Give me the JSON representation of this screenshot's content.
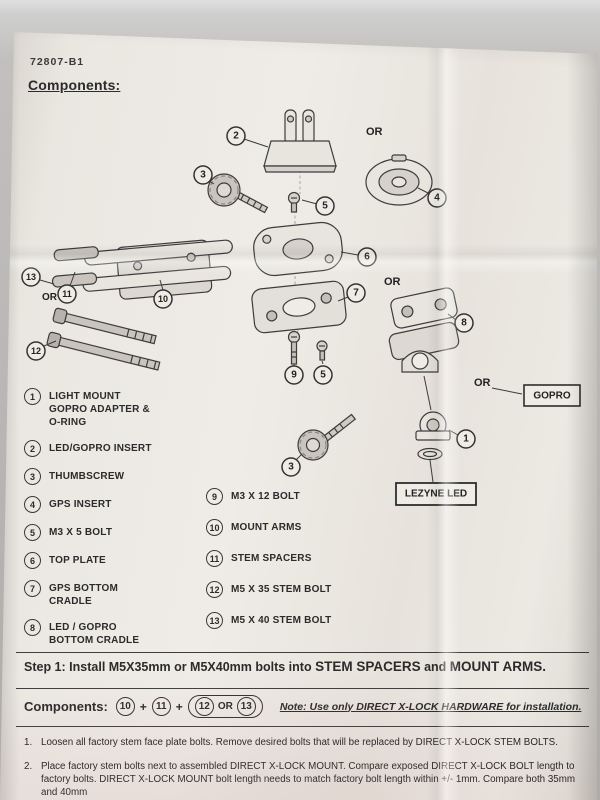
{
  "header": {
    "doc_number": "72807-B1",
    "components_label": "Components:"
  },
  "diagram": {
    "or_labels": [
      "OR",
      "OR",
      "OR",
      "OR"
    ],
    "gopro_box_label": "GOPRO",
    "lezyne_led_box_label": "LEZYNE LED",
    "callout_numbers": [
      "1",
      "2",
      "3",
      "4",
      "5",
      "6",
      "7",
      "8",
      "9",
      "10",
      "11",
      "12",
      "13"
    ]
  },
  "parts_list": {
    "left": [
      {
        "num": "1",
        "label": "LIGHT MOUNT GOPRO ADAPTER & O-RING"
      },
      {
        "num": "2",
        "label": "LED/GOPRO INSERT"
      },
      {
        "num": "3",
        "label": "THUMBSCREW"
      },
      {
        "num": "4",
        "label": "GPS INSERT"
      },
      {
        "num": "5",
        "label": "M3 X 5 BOLT"
      },
      {
        "num": "6",
        "label": "TOP PLATE"
      },
      {
        "num": "7",
        "label": "GPS BOTTOM CRADLE"
      },
      {
        "num": "8",
        "label": "LED / GOPRO BOTTOM CRADLE"
      }
    ],
    "right": [
      {
        "num": "9",
        "label": "M3 X 12 BOLT"
      },
      {
        "num": "10",
        "label": "MOUNT ARMS"
      },
      {
        "num": "11",
        "label": "STEM SPACERS"
      },
      {
        "num": "12",
        "label": "M5 X 35 STEM BOLT"
      },
      {
        "num": "13",
        "label": "M5 X 40 STEM BOLT"
      }
    ]
  },
  "step1": {
    "title_prefix": "Step 1:",
    "title_body": "Install M5X35mm or M5X40mm bolts into",
    "title_caps1": "STEM SPACERS",
    "title_and": "and",
    "title_caps2": "MOUNT ARMS.",
    "components_label": "Components:",
    "formula": {
      "item_a": "10",
      "plus_1": "+",
      "item_b": "11",
      "plus_2": "+",
      "item_c": "12",
      "or_word": "OR",
      "item_d": "13"
    },
    "note": "Note: Use only DIRECT X-LOCK HARDWARE for installation.",
    "instructions": [
      {
        "num": "1.",
        "text": "Loosen all factory stem face plate bolts. Remove desired bolts that will be replaced by DIRECT X-LOCK STEM BOLTS."
      },
      {
        "num": "2.",
        "text": "Place factory stem bolts next to assembled DIRECT X-LOCK MOUNT. Compare exposed DIRECT X-LOCK BOLT length to factory bolts.  DIRECT X-LOCK MOUNT bolt length needs to match factory bolt length within +/- 1mm.  Compare both 35mm and 40mm"
      }
    ]
  }
}
